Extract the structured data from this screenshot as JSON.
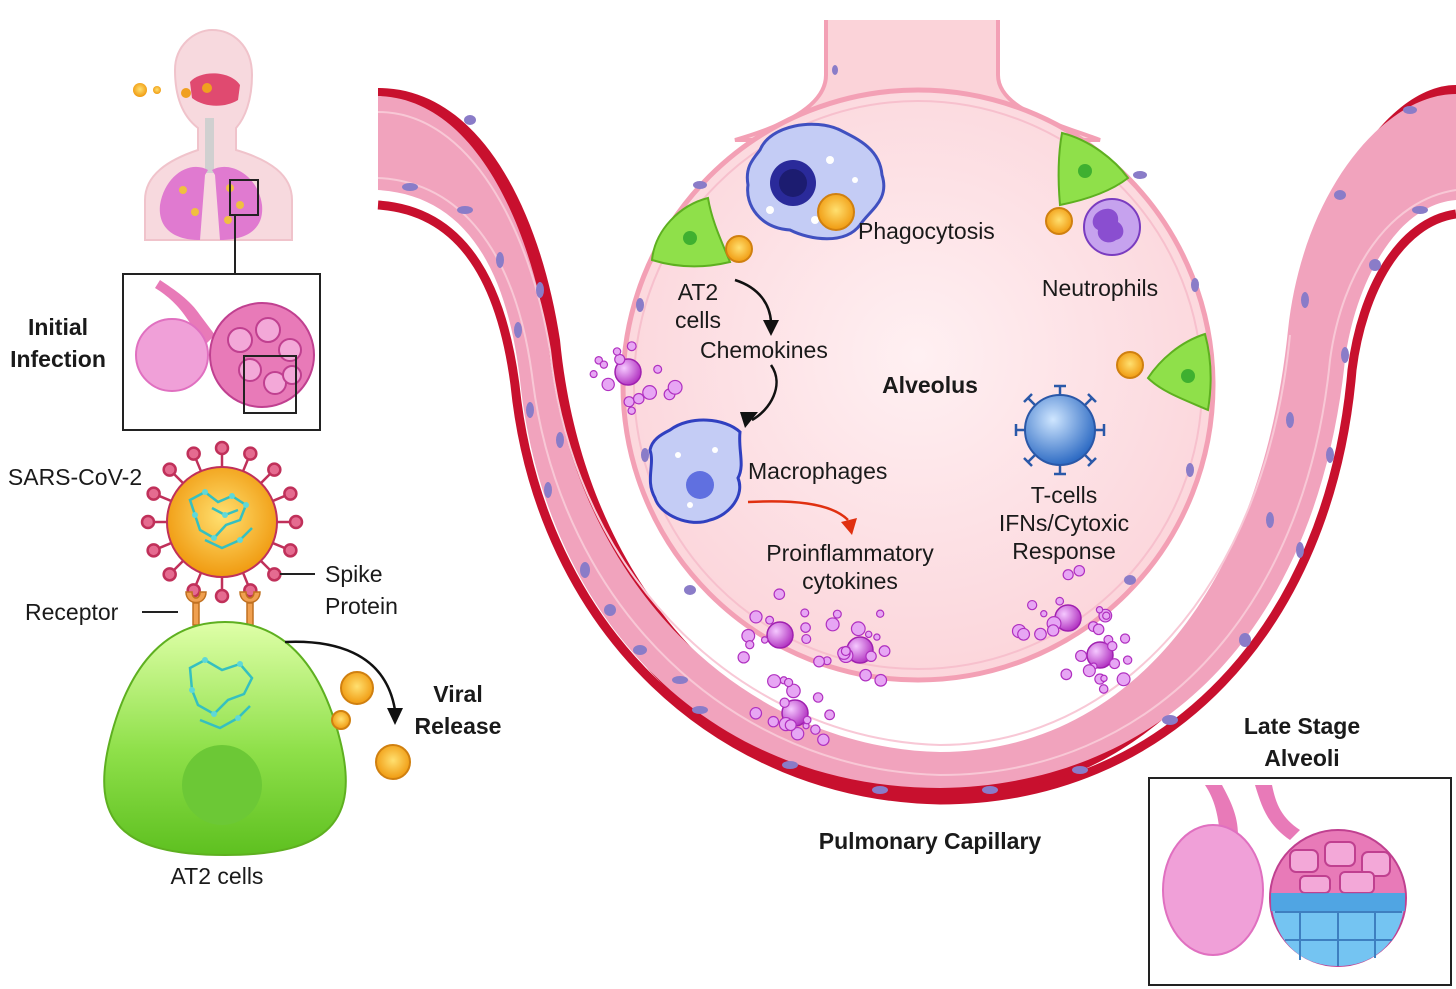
{
  "labels": {
    "initial_infection": [
      "Initial",
      "Infection"
    ],
    "sars_cov_2": "SARS-CoV-2",
    "spike_protein": [
      "Spike",
      "Protein"
    ],
    "receptor": "Receptor",
    "viral_release": [
      "Viral",
      "Release"
    ],
    "at2_cells_bottom": "AT2 cells",
    "phagocytosis": "Phagocytosis",
    "neutrophils": "Neutrophils",
    "at2_cells_alveolus": [
      "AT2",
      "cells"
    ],
    "chemokines": "Chemokines",
    "alveolus": "Alveolus",
    "macrophages": "Macrophages",
    "proinflammatory_cytokines": [
      "Proinflammatory",
      "cytokines"
    ],
    "tcells": [
      "T-cells",
      "IFNs/Cytoxic",
      "Response"
    ],
    "pulmonary_capillary": "Pulmonary Capillary",
    "late_stage_alveoli": [
      "Late Stage",
      "Alveoli"
    ]
  },
  "colors": {
    "capillary_wall": "#c8102e",
    "tissue_pink": "#f1a3bd",
    "alveolus_fill": "#fde3e6",
    "at2_green": "#8fe04a",
    "virus_orange": "#f0a020",
    "macrophage_blue": "#b9c4f2",
    "tcell_blue": "#3a78d0",
    "neutrophil_purple": "#a46bd6",
    "cytokine_magenta": "#c040c8",
    "fluid_blue": "#6fc0f0",
    "cytokine_arrow_red": "#e03010"
  }
}
